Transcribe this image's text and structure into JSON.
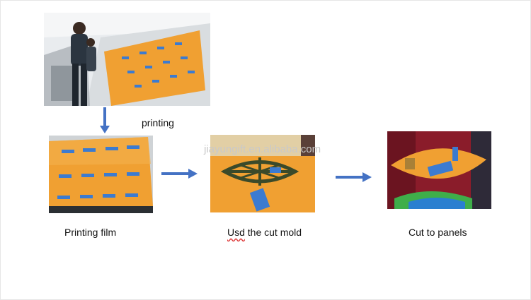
{
  "steps": [
    {
      "caption": "Printing film"
    },
    {
      "caption_prefix": "Usd",
      "caption_rest": " the cut mold"
    },
    {
      "caption": "Cut to panels"
    }
  ],
  "annotation": "printing",
  "watermark": "jiayungift.en.alibaba.com",
  "colors": {
    "arrow": "#4472c4",
    "film_orange": "#f0a032",
    "print_blue": "#3c7bd0"
  }
}
